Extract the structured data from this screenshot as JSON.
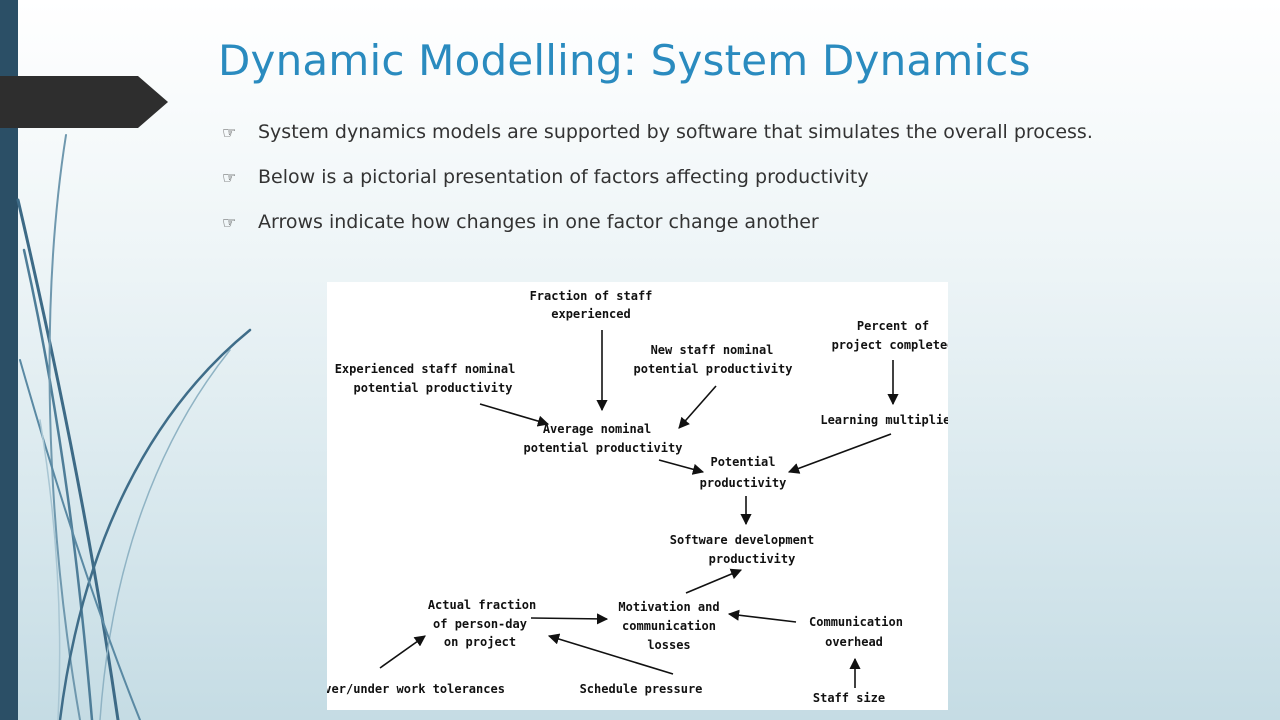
{
  "slide": {
    "title": "Dynamic Modelling: System Dynamics",
    "bullets": [
      "System dynamics models are supported by software that simulates the overall process.",
      "Below is a pictorial presentation of factors affecting productivity",
      "Arrows indicate how changes in one factor change  another"
    ],
    "bullet_marker_icon": "pointing-hand-icon",
    "colors": {
      "title": "#2a8bbf",
      "accent_bar": "#2b4f66",
      "tab": "#2e2e2e",
      "text": "#333333"
    }
  },
  "diagram": {
    "nodes": {
      "fraction_staff": [
        "Fraction of staff",
        "experienced"
      ],
      "experienced_staff": [
        "Experienced staff nominal",
        "potential productivity"
      ],
      "new_staff": [
        "New staff nominal",
        "potential productivity"
      ],
      "percent_completed": [
        "Percent of",
        "project completed"
      ],
      "average_nominal": [
        "Average nominal",
        "potential productivity"
      ],
      "learning_multiplier": [
        "Learning multiplier"
      ],
      "potential_productivity": [
        "Potential",
        "productivity"
      ],
      "software_dev": [
        "Software development",
        "productivity"
      ],
      "actual_fraction": [
        "Actual fraction",
        "of person-day",
        "on project"
      ],
      "motivation": [
        "Motivation and",
        "communication",
        "losses"
      ],
      "communication_overhead": [
        "Communication",
        "overhead"
      ],
      "over_under": [
        "Over/under work tolerances"
      ],
      "schedule_pressure": [
        "Schedule pressure"
      ],
      "staff_size": [
        "Staff size"
      ]
    }
  }
}
